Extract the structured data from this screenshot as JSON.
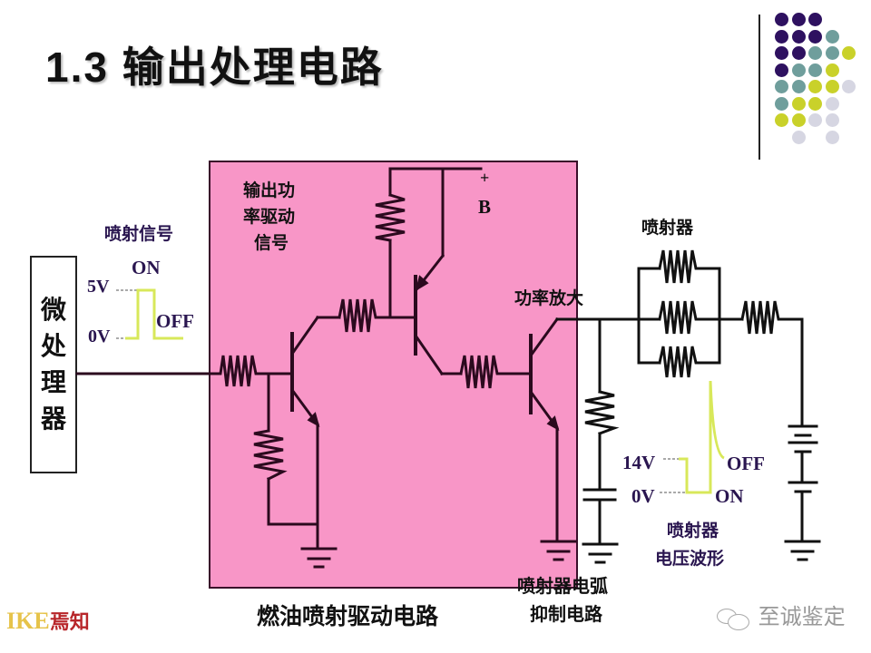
{
  "slide": {
    "title": "1.3 输出处理电路",
    "caption": "燃油喷射驱动电路"
  },
  "microprocessor": {
    "label": "微\n处\n理\n器"
  },
  "labels": {
    "injection_signal": "喷射信号",
    "signal_on": "ON",
    "signal_off": "OFF",
    "signal_high": "5V",
    "signal_low": "0V",
    "drive_signal_line1": "输出功",
    "drive_signal_line2": "率驱动",
    "drive_signal_line3": "信号",
    "supply_plus": "+",
    "supply_b": "B",
    "power_amp": "功率放大",
    "injector": "喷射器",
    "waveform_high": "14V",
    "waveform_low": "0V",
    "waveform_off": "OFF",
    "waveform_on": "ON",
    "waveform_title_line1": "喷射器",
    "waveform_title_line2": "电压波形",
    "arc_suppress_line1": "喷射器电弧",
    "arc_suppress_line2": "抑制电路"
  },
  "branding": {
    "logo_latin": "IKE",
    "logo_cjk": "焉知",
    "watermark": "至诚鉴定",
    "watermark_icon": "wechat-icon"
  },
  "colors": {
    "panel_fill": "#f896c7",
    "waveform": "#d8e85a",
    "label_purple": "#2a1650",
    "wire": "#2b0a1e",
    "dot_purple": "#2e1160",
    "dot_teal": "#6f9e9c",
    "dot_yellow": "#c9d12a",
    "dot_grey": "#d6d6e2"
  },
  "decor_dots": [
    [
      "p",
      "p",
      "p"
    ],
    [
      "p",
      "p",
      "p",
      "t"
    ],
    [
      "p",
      "p",
      "t",
      "t",
      "y"
    ],
    [
      "p",
      "t",
      "t",
      "y"
    ],
    [
      "t",
      "t",
      "y",
      "y",
      "g"
    ],
    [
      "t",
      "y",
      "y",
      "g"
    ],
    [
      "y",
      "y",
      "g",
      "g"
    ],
    [
      "",
      "g",
      "",
      "g"
    ]
  ]
}
